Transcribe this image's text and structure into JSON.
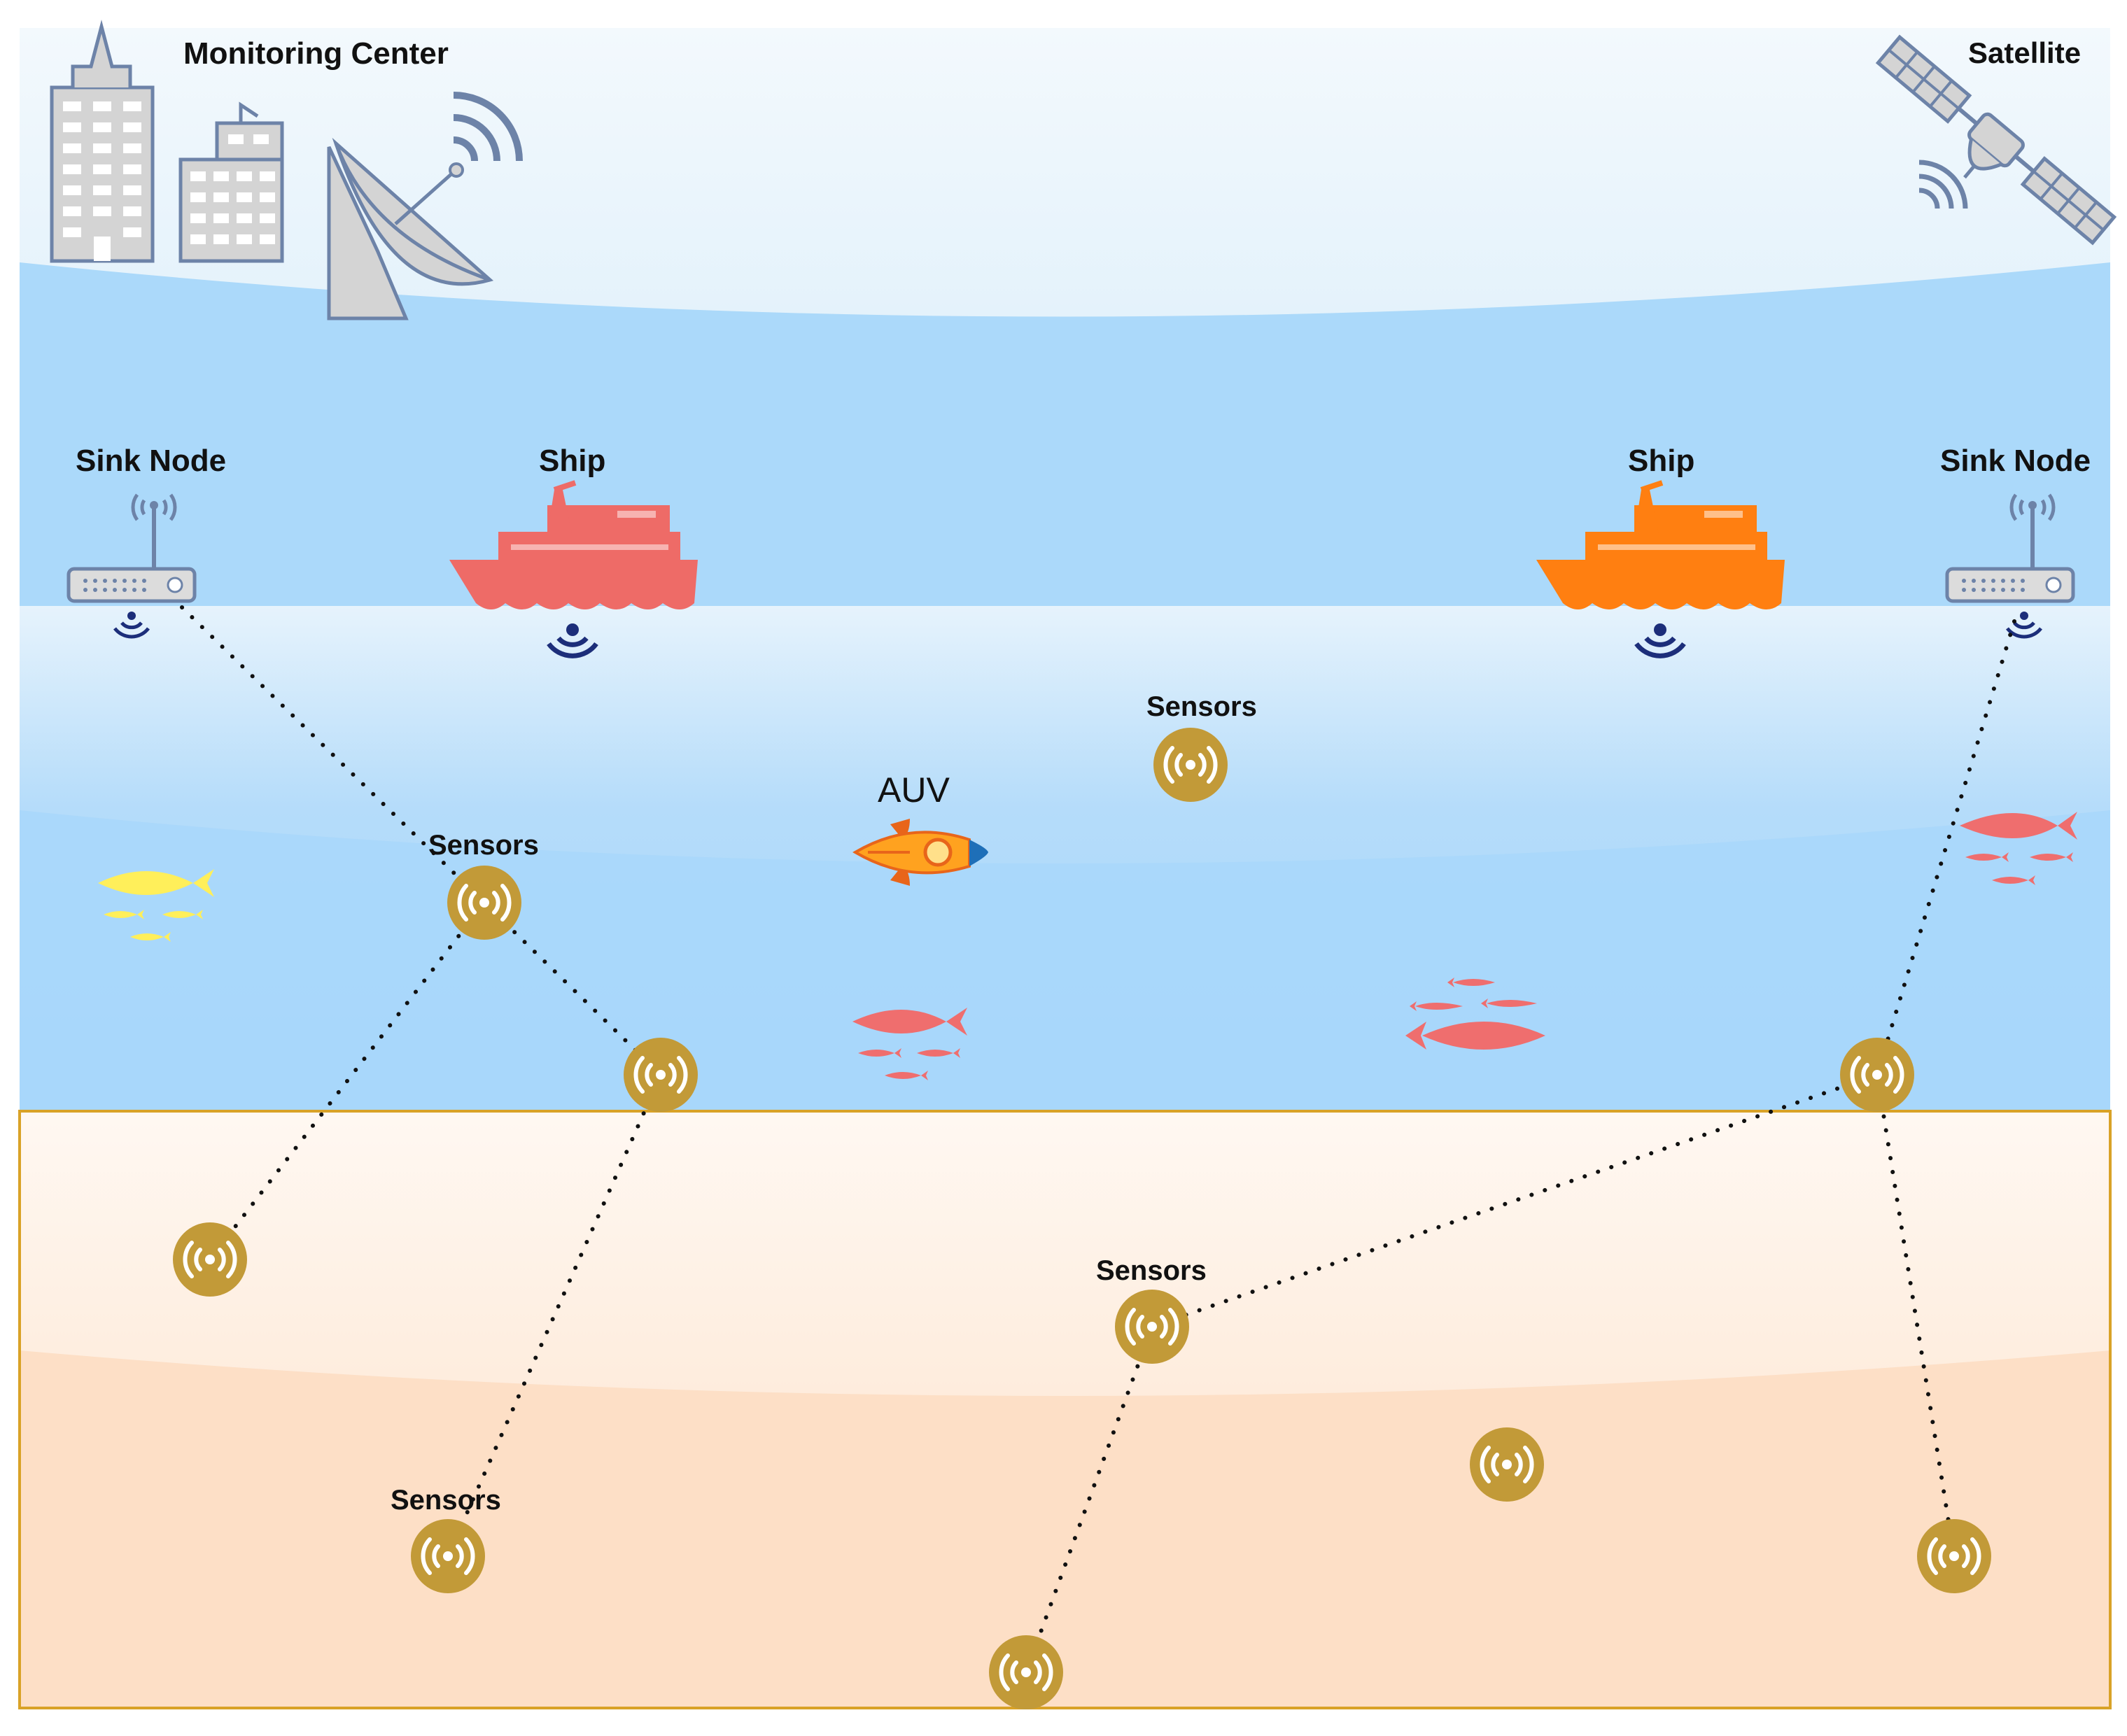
{
  "labels": {
    "monitoring_center": "Monitoring Center",
    "satellite": "Satellite",
    "sink_node": "Sink Node",
    "ship": "Ship",
    "auv": "AUV",
    "sensors": "Sensors"
  },
  "colors": {
    "sky": "#e4f2fb",
    "water": "#aad8fa",
    "seabed": "#fde3cc",
    "border": "#d9a227",
    "sensor": "#c29a38",
    "ship_left": "#ee6b67",
    "ship_right": "#ff7f11",
    "acoustic": "#1c2e7a",
    "building": "#d4d4d4",
    "building_outline": "#6d83a8",
    "fish_yellow": "#ffef5a",
    "fish_red": "#ef6e6e",
    "link": "#111111"
  },
  "icons": [
    "building-icon",
    "satellite-dish-icon",
    "satellite-icon",
    "router-icon",
    "ship-icon",
    "auv-icon",
    "sensor-icon",
    "fish-icon",
    "wifi-icon"
  ]
}
